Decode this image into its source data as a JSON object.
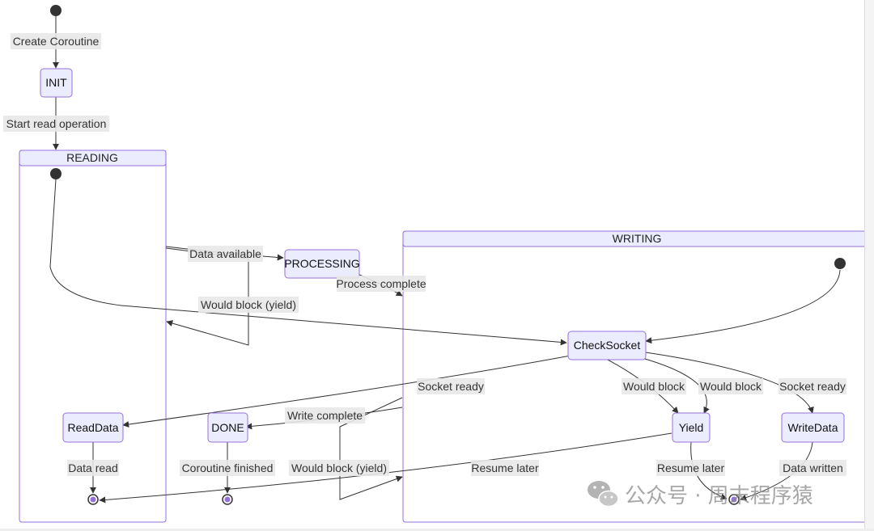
{
  "clusters": {
    "reading": "READING",
    "writing": "WRITING"
  },
  "states": {
    "init": "INIT",
    "processing": "PROCESSING",
    "check_socket": "CheckSocket",
    "read_data": "ReadData",
    "done": "DONE",
    "yield": "Yield",
    "write_data": "WriteData"
  },
  "edge_labels": {
    "create_coroutine": "Create Coroutine",
    "start_read": "Start read operation",
    "data_available": "Data available",
    "process_complete": "Process complete",
    "would_block_yield_top": "Would block (yield)",
    "socket_ready_left": "Socket ready",
    "would_block_1": "Would block",
    "would_block_2": "Would block",
    "socket_ready_right": "Socket ready",
    "write_complete": "Write complete",
    "data_read": "Data read",
    "coroutine_finished": "Coroutine finished",
    "would_block_yield_bottom": "Would block (yield)",
    "resume_later_left": "Resume later",
    "resume_later_right": "Resume later",
    "data_written": "Data written"
  },
  "watermark": {
    "text": "公众号 · 周末程序猿",
    "icon": "wechat-icon"
  },
  "colors": {
    "node_fill": "#ECECFF",
    "node_stroke": "#9370DB",
    "edge": "#333333",
    "label_bg": "#e8e8e8"
  }
}
